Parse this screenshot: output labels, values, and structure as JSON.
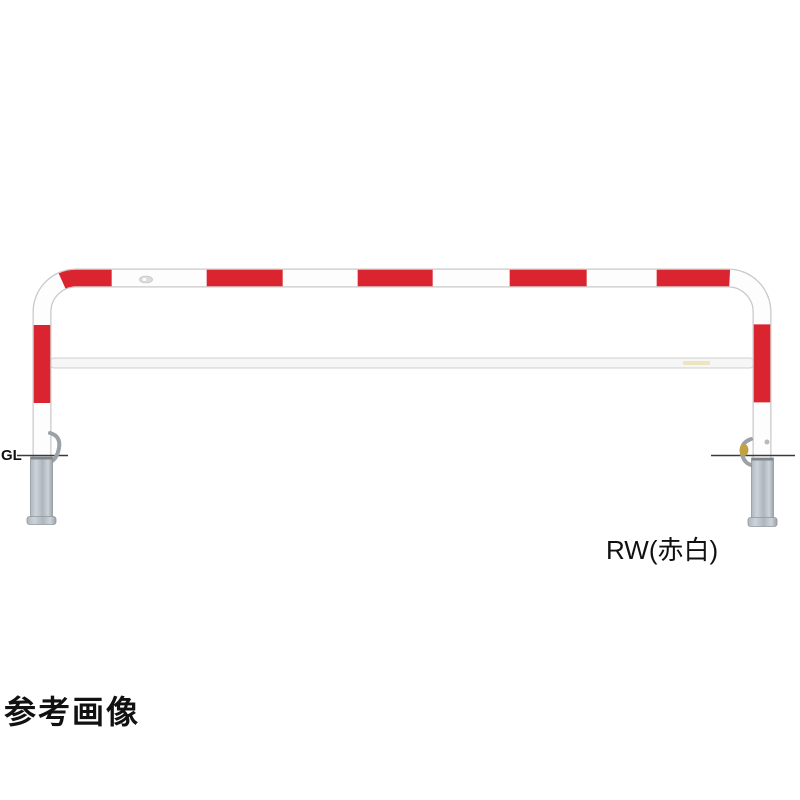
{
  "annotations": {
    "ground_line_label": "GL",
    "variant_label": "RW(赤白)",
    "caption": "参考画像"
  },
  "colors": {
    "background": "#ffffff",
    "stripe_red": "#da2430",
    "tube_white": "#fdfdfd",
    "tube_outline": "#c8c8c8",
    "galvanized_light": "#cdd3d8",
    "galvanized_mid": "#aeb6bd",
    "galvanized_dark": "#9aa2a9",
    "latch_gold": "#c2a140",
    "annotation_text": "#111111"
  }
}
